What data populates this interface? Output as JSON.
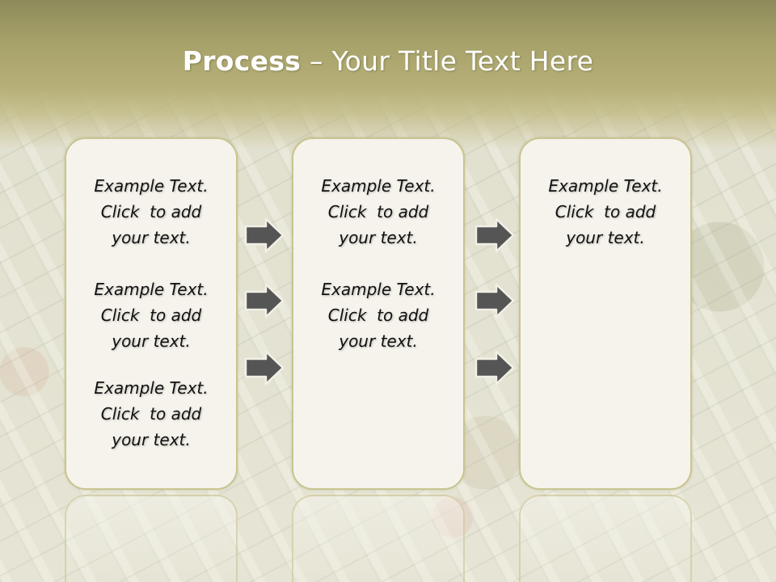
{
  "slide": {
    "title_bold": "Process",
    "title_rest": " – Your Title Text Here"
  },
  "columns": [
    {
      "blocks": [
        {
          "line1": "Example Text.",
          "line2": "Click  to add",
          "line3": "your text."
        },
        {
          "line1": "Example Text.",
          "line2": "Click  to add",
          "line3": "your text."
        },
        {
          "line1": "Example Text.",
          "line2": "Click  to add",
          "line3": "your text."
        }
      ]
    },
    {
      "blocks": [
        {
          "line1": "Example Text.",
          "line2": "Click  to add",
          "line3": "your text."
        },
        {
          "line1": "Example Text.",
          "line2": "Click  to add",
          "line3": "your text."
        }
      ]
    },
    {
      "blocks": [
        {
          "line1": "Example Text.",
          "line2": "Click  to add",
          "line3": "your text."
        }
      ]
    }
  ],
  "colors": {
    "title_band": "#a7a26a",
    "card_fill": "#f5f3eb",
    "card_border": "#c9c491",
    "arrow_fill": "#555555"
  },
  "icons": [
    "arrow-right-icon"
  ]
}
